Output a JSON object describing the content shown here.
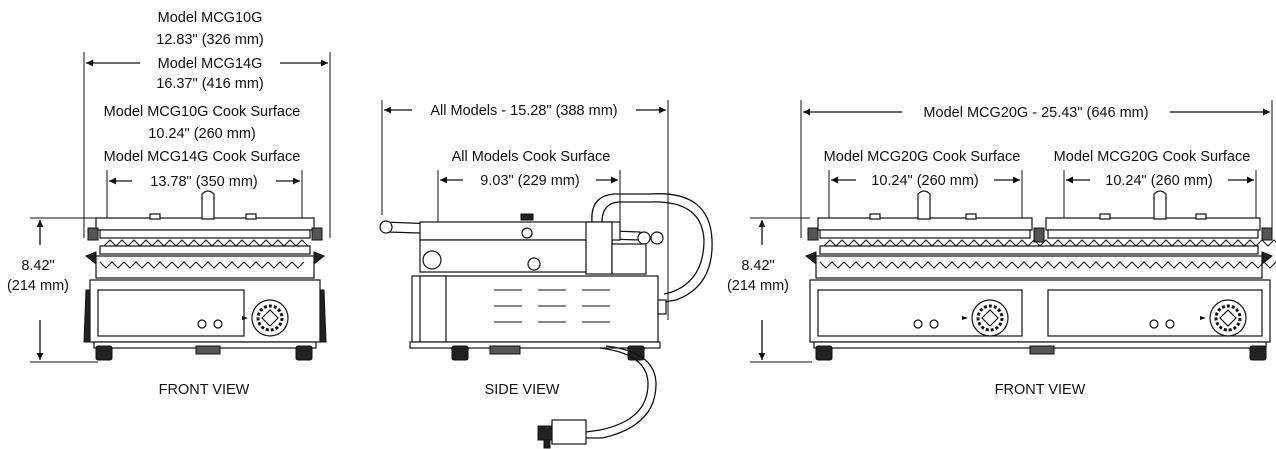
{
  "front_left": {
    "label_mcg10g": "Model MCG10G",
    "dim_mcg10g": "12.83\" (326 mm)",
    "label_mcg14g": "Model MCG14G",
    "dim_mcg14g": "16.37\" (416 mm)",
    "cook_mcg10g": "Model MCG10G  Cook Surface",
    "cook_mcg10g_dim": "10.24\" (260 mm)",
    "cook_mcg14g": "Model MCG14G Cook Surface",
    "cook_mcg14g_dim": "13.78\" (350 mm)",
    "height_in": "8.42\"",
    "height_mm": "(214 mm)",
    "caption": "FRONT VIEW"
  },
  "side": {
    "all_models": "All Models - 15.28\" (388 mm)",
    "cook_surface": "All Models Cook Surface",
    "cook_dim": "9.03\" (229 mm)",
    "caption": "SIDE VIEW"
  },
  "front_right": {
    "overall": "Model MCG20G - 25.43\" (646 mm)",
    "cook_left": "Model MCG20G  Cook Surface",
    "cook_left_dim": "10.24\" (260 mm)",
    "cook_right": "Model MCG20G  Cook Surface",
    "cook_right_dim": "10.24\" (260 mm)",
    "height_in": "8.42\"",
    "height_mm": "(214 mm)",
    "caption": "FRONT VIEW"
  }
}
